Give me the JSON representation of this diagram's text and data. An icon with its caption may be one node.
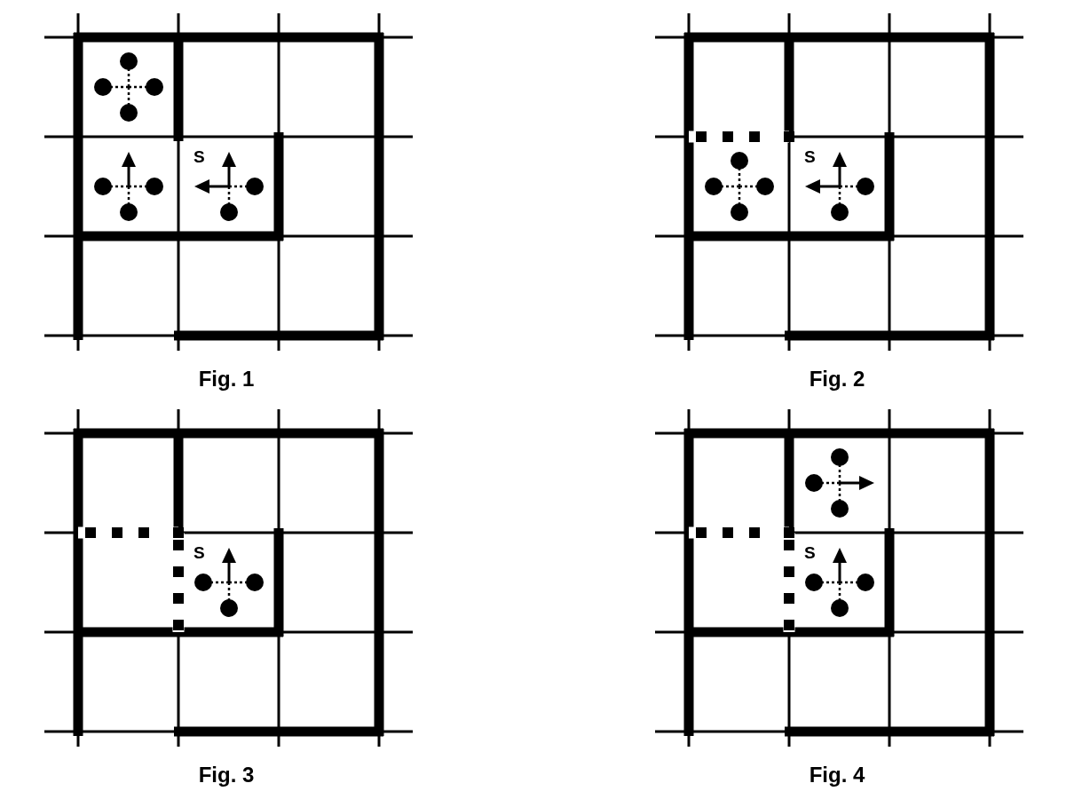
{
  "diagram": {
    "labels": [
      "S",
      "S",
      "Fig. 1",
      "Fig. 2",
      "S",
      "S",
      "Fig. 3",
      "Fig. 4"
    ]
  }
}
